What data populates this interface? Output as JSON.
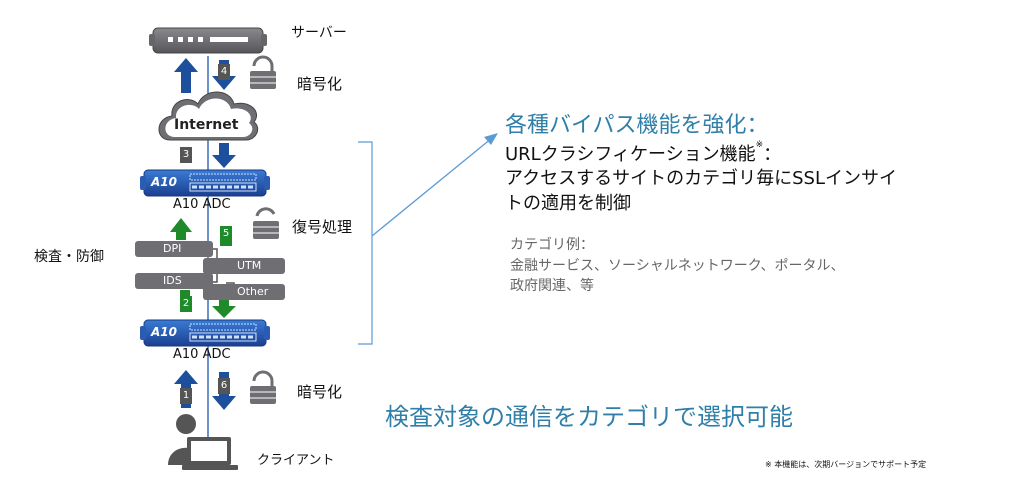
{
  "labels": {
    "server": "サーバー",
    "encrypt_top": "暗号化",
    "internet": "Internet",
    "adc_top": "A10 ADC",
    "decrypt": "復号処理",
    "inspection": "検査・防御",
    "dpi": "DPI",
    "ids": "IDS",
    "utm": "UTM",
    "other": "Other",
    "adc_bottom": "A10 ADC",
    "encrypt_bottom": "暗号化",
    "client": "クライアント",
    "adc_logo": "A10"
  },
  "steps": [
    "1",
    "2",
    "3",
    "4",
    "5",
    "6"
  ],
  "right": {
    "headline": "各種バイパス機能を強化：",
    "url_line": "URLクラシフィケーション機能",
    "url_mark": "※",
    "url_colon": "：",
    "desc_line1": "アクセスするサイトのカテゴリ毎にSSLインサイ",
    "desc_line2": "トの適用を制御",
    "example_title": "カテゴリ例：",
    "example_line1": "金融サービス、ソーシャルネットワーク、ポータル、",
    "example_line2": "政府関連、等",
    "bottom_heading": "検査対象の通信をカテゴリで選択可能",
    "footnote": "※ 本機能は、次期バージョンでサポート予定"
  },
  "colors": {
    "accent_blue": "#2f7fa8",
    "arrow_blue": "#1d4f9c",
    "arrow_green": "#1f8a2a",
    "device_gray": "#6f6f73"
  }
}
